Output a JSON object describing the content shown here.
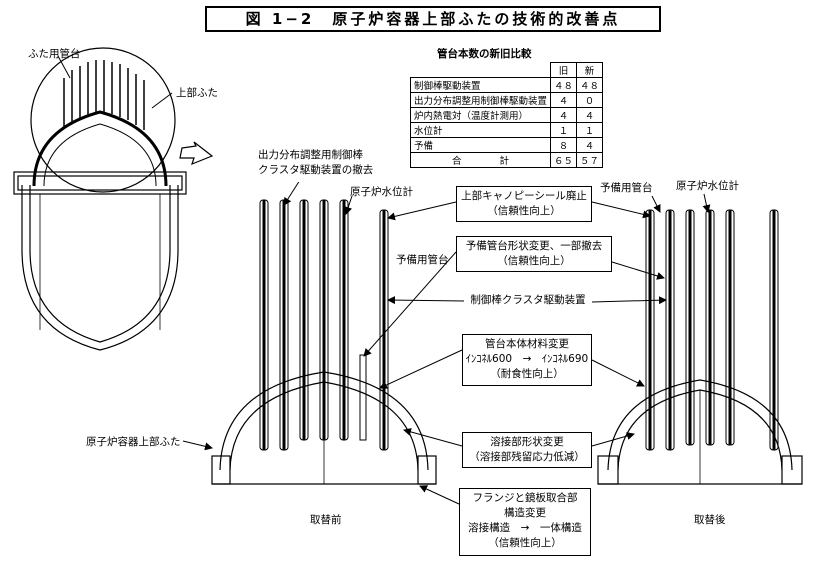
{
  "title": "図 1−2　原子炉容器上部ふたの技術的改善点",
  "table": {
    "caption": "管台本数の新旧比較",
    "headers": [
      "",
      "旧",
      "新"
    ],
    "rows": [
      [
        "制御棒駆動装置",
        "４８",
        "４８"
      ],
      [
        "出力分布調整用制御棒駆動装置",
        "４",
        "０"
      ],
      [
        "炉内熱電対（温度計測用）",
        "４",
        "４"
      ],
      [
        "水位計",
        "１",
        "１"
      ],
      [
        "予備",
        "８",
        "４"
      ],
      [
        "合　　　　計",
        "６５",
        "５７"
      ]
    ]
  },
  "labels": {
    "lid_nozzle": "ふた用管台",
    "upper_lid": "上部ふた",
    "removal_line1": "出力分布調整用制御棒",
    "removal_line2": "クラスタ駆動装置の撤去",
    "water_level_left": "原子炉水位計",
    "spare_nozzle_left": "予備用管台",
    "vessel_upper_lid": "原子炉容器上部ふた",
    "before": "取替前",
    "after": "取替後",
    "spare_nozzle_right": "予備用管台",
    "water_level_right": "原子炉水位計"
  },
  "boxes": {
    "canopy_line1": "上部キャノピーシール廃止",
    "canopy_line2": "（信頼性向上）",
    "spare_line1": "予備管台形状変更、一部撤去",
    "spare_line2": "（信頼性向上）",
    "crdm": "制御棒クラスタ駆動装置",
    "material_line1": "管台本体材料変更",
    "material_line2": "ｲﾝｺﾈﾙ600　→　ｲﾝｺﾈﾙ690",
    "material_line3": "（耐食性向上）",
    "weld_line1": "溶接部形状変更",
    "weld_line2": "（溶接部残留応力低減）",
    "flange_line1": "フランジと鏡板取合部",
    "flange_line2": "構造変更",
    "flange_line3": "溶接構造　→　一体構造",
    "flange_line4": "（信頼性向上）"
  }
}
